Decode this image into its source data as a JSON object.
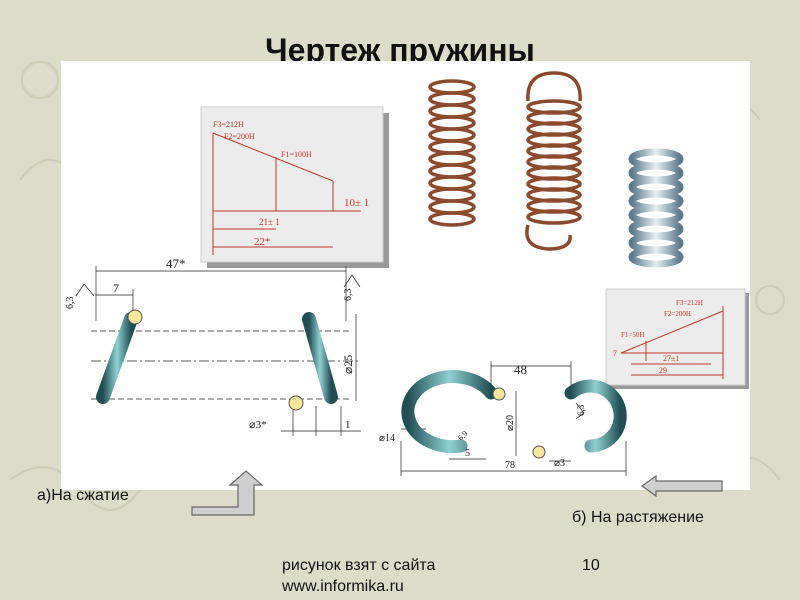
{
  "slide": {
    "title": "Чертеж пружины",
    "caption_compression": "а)На сжатие",
    "caption_extension": "б) На растяжение",
    "source_line1": "рисунок взят с сайта",
    "source_line2": "www.informika.ru",
    "page_number": "10"
  },
  "graph_compression": {
    "f3": "F3=212H",
    "f2": "F2=200H",
    "f1": "F1=100H",
    "d1": "10± 1",
    "d2": "21± 1",
    "d3": "22*"
  },
  "graph_extension": {
    "f3": "F3=212H",
    "f2": "F2=200H",
    "f1": "F1=50H",
    "d1": "7",
    "d2": "27±1",
    "d3": "29"
  },
  "dims_compression": {
    "length": "47*",
    "pitch": "7",
    "rough_left": "6,3",
    "rough_right": "6,3",
    "outer_d": "⌀25",
    "wire_d": "⌀3*",
    "gap": "1"
  },
  "dims_extension": {
    "length": "48",
    "hook_d": "⌀14",
    "inner_d": "⌀20",
    "hook_off": "5",
    "total": "78",
    "wire_d": "⌀3",
    "rough": "6,3",
    "angle": "6,9"
  },
  "colors": {
    "background": "#dcdcc8",
    "copper_spring": "#8b4a2b",
    "steel_spring": "#9fb8c8",
    "drawn_spring": "#3f7f86",
    "graph_line": "#c0392b"
  }
}
